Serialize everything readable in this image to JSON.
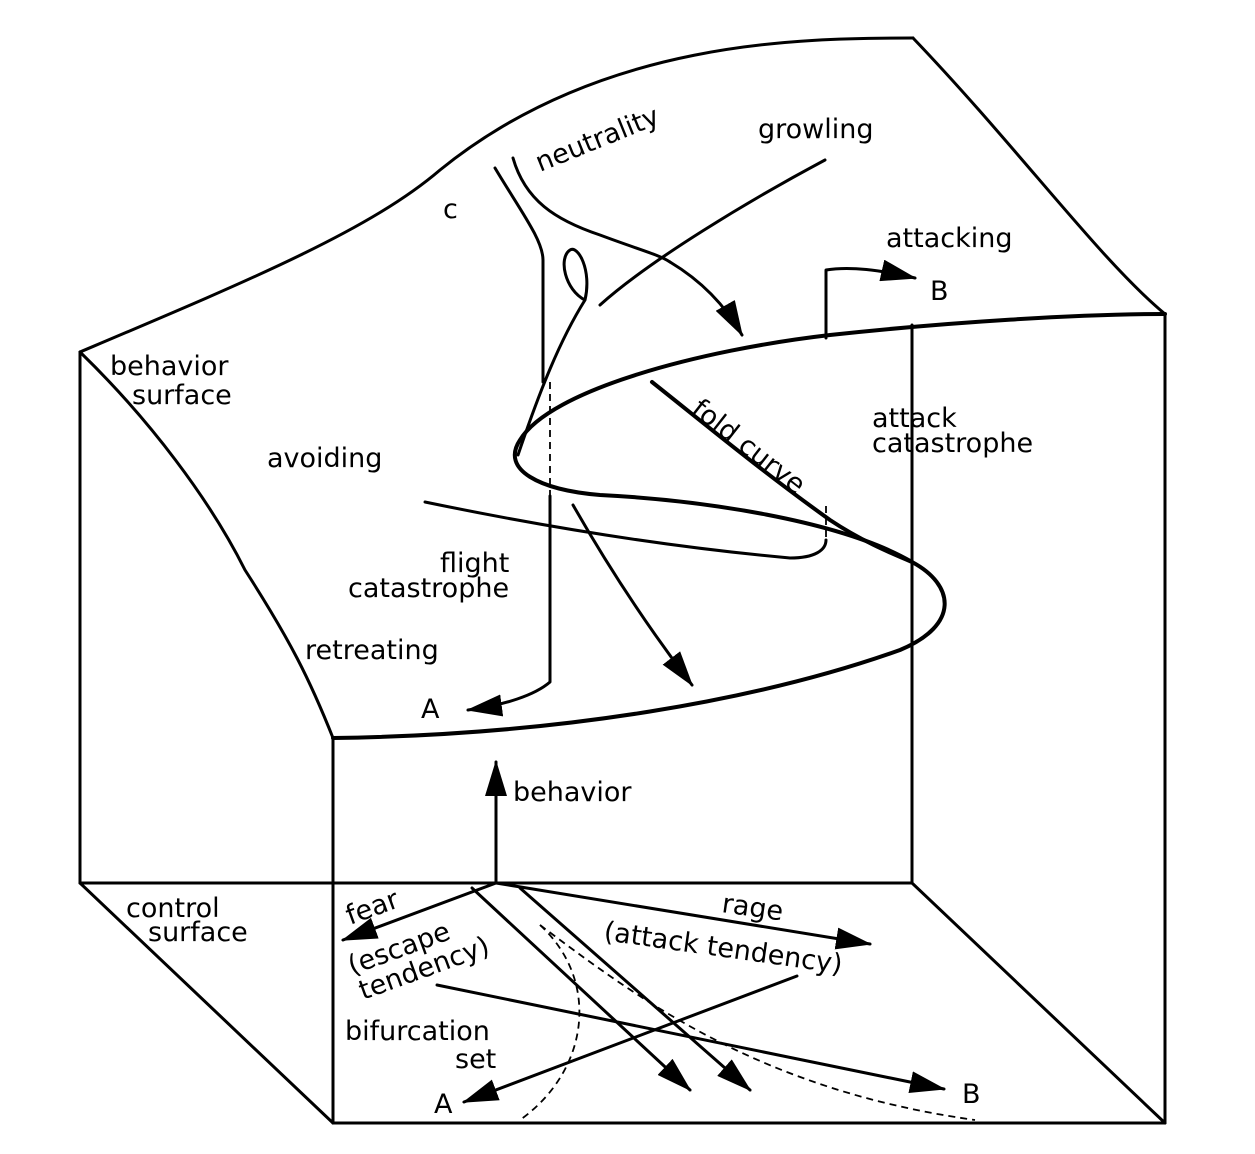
{
  "labels": {
    "neutrality": "neutrality",
    "growling": "growling",
    "c": "c",
    "attacking": "attacking",
    "b_top": "B",
    "behavior_surface_1": "behavior",
    "behavior_surface_2": "surface",
    "fold_curve": "fold curve",
    "attack_catastrophe_1": "attack",
    "attack_catastrophe_2": "catastrophe",
    "avoiding": "avoiding",
    "flight_catastrophe_1": "flight",
    "flight_catastrophe_2": "catastrophe",
    "retreating": "retreating",
    "a_top": "A",
    "behavior_axis": "behavior",
    "control_surface_1": "control",
    "control_surface_2": "surface",
    "fear": "fear",
    "escape_tendency_1": "(escape",
    "escape_tendency_2": "tendency)",
    "rage": "rage",
    "attack_tendency": "(attack tendency)",
    "bifurcation_set_1": "bifurcation",
    "bifurcation_set_2": "set",
    "a_bottom": "A",
    "b_bottom": "B"
  },
  "colors": {
    "ink": "#000000",
    "background": "#ffffff"
  }
}
